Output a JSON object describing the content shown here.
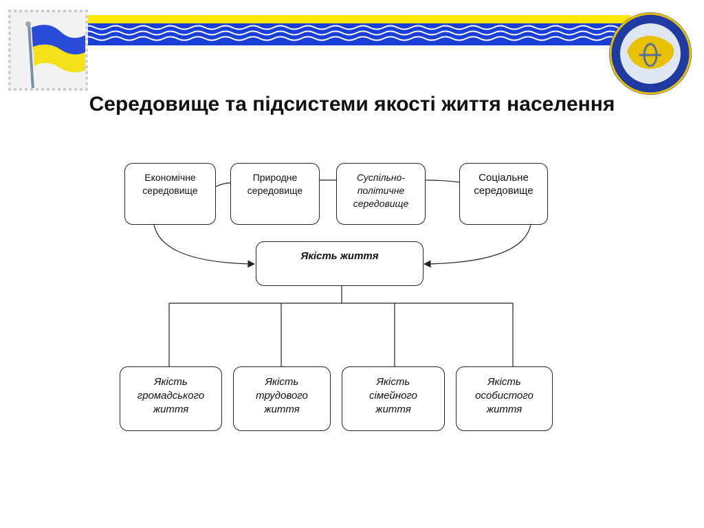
{
  "title": "Середовище та підсистеми якості життя населення",
  "environments": [
    {
      "line1": "Економічне",
      "line2": "середовище",
      "line3": ""
    },
    {
      "line1": "Природне",
      "line2": "середовище",
      "line3": ""
    },
    {
      "line1": "Суспільно-",
      "line2": "політичне",
      "line3": "середовище"
    },
    {
      "line1": "Соціальне",
      "line2": "середовище",
      "line3": ""
    }
  ],
  "center": "Якість життя",
  "subsystems": [
    {
      "line1": "Якість",
      "line2": "громадського",
      "line3": "життя"
    },
    {
      "line1": "Якість",
      "line2": "трудового",
      "line3": "життя"
    },
    {
      "line1": "Якість",
      "line2": "сімейного",
      "line3": "життя"
    },
    {
      "line1": "Якість",
      "line2": "особистого",
      "line3": "життя"
    }
  ],
  "colors": {
    "banner_blue": "#1a3fd6",
    "banner_yellow": "#ffe800",
    "flag_blue": "#2a4bd7",
    "flag_yellow": "#f5e11a",
    "emblem_blue": "#1f3aa0",
    "emblem_gold": "#e8c200"
  }
}
